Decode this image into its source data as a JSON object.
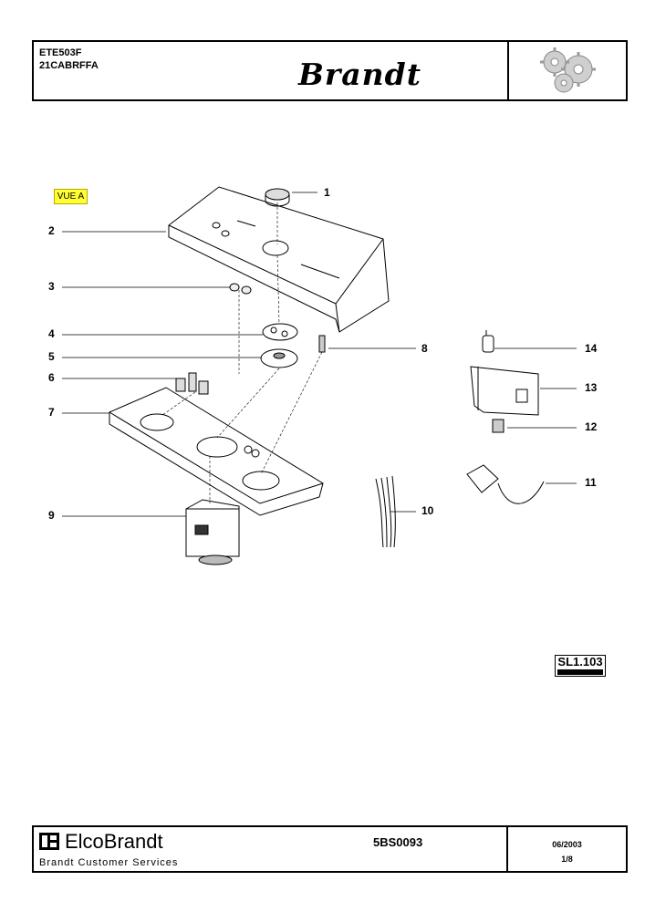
{
  "header": {
    "model_code_1": "ETE503F",
    "model_code_2": "21CABRFFA",
    "brand": "Brandt"
  },
  "diagram": {
    "view_label": "VUE A",
    "callouts": [
      "1",
      "2",
      "3",
      "4",
      "5",
      "6",
      "7",
      "8",
      "9",
      "10",
      "11",
      "12",
      "13",
      "14"
    ],
    "reference_code": "SL1.103"
  },
  "footer": {
    "company": "ElcoBrandt",
    "subtitle": "Brandt Customer Services",
    "document_code": "5BS0093",
    "date": "06/2003",
    "page": "1/8"
  }
}
